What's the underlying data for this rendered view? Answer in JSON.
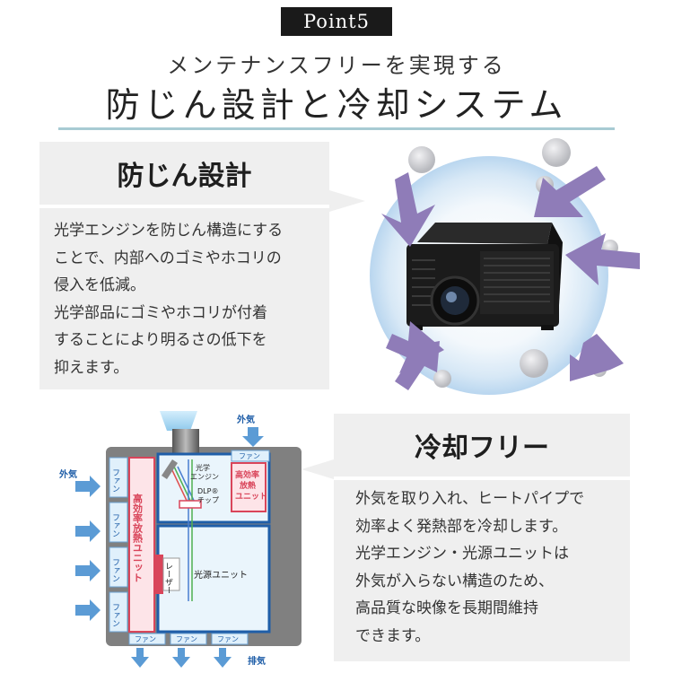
{
  "header": {
    "badge": "Point5",
    "subtitle": "メンテナンスフリーを実現する",
    "title": "防じん設計と冷却システム"
  },
  "dust_panel": {
    "heading": "防じん設計",
    "lines": [
      "光学エンジンを防じん構造にする",
      "ことで、内部へのゴミやホコリの",
      "侵入を低減。",
      "光学部品にゴミやホコリが付着",
      "することにより明るさの低下を",
      "抑えます。"
    ]
  },
  "cooling_panel": {
    "heading": "冷却フリー",
    "lines": [
      "外気を取り入れ、ヒートパイプで",
      "効率よく発熱部を冷却します。",
      "光学エンジン・光源ユニットは",
      "外気が入らない構造のため、",
      "高品質な映像を長期間維持",
      "できます。"
    ]
  },
  "diagram": {
    "intake_top": "外気",
    "intake_left": "外気",
    "exhaust": "排気",
    "fan": "ファン",
    "left_heat_unit": "高効率放熱ユニット",
    "engine_lines": [
      "光学",
      "エンジン"
    ],
    "right_heat_unit_lines": [
      "高効率",
      "放熱",
      "ユニット"
    ],
    "dlp_lines": [
      "DLP®",
      "チップ"
    ],
    "laser": "レーザー",
    "light_source": "光源ユニット"
  },
  "colors": {
    "arrow_purple": "#8f7cb8",
    "intake_blue": "#5b9bd5",
    "heat_unit_red": "#d9455a",
    "unit_border_blue": "#1f5ea8",
    "panel_gray": "#efefef",
    "rule_teal": "#a8cbd3"
  }
}
